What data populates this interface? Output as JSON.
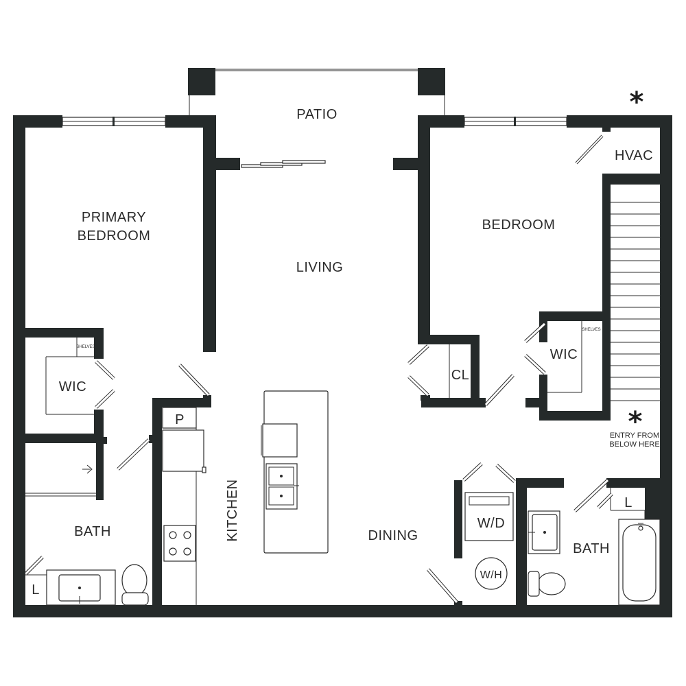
{
  "rooms": {
    "patio": "PATIO",
    "primary_bedroom_line1": "PRIMARY",
    "primary_bedroom_line2": "BEDROOM",
    "living": "LIVING",
    "bedroom": "BEDROOM",
    "hvac": "HVAC",
    "wic_left": "WIC",
    "wic_right": "WIC",
    "closet": "CL",
    "pantry": "P",
    "kitchen": "KITCHEN",
    "dining": "DINING",
    "washer_dryer": "W/D",
    "water_heater": "W/H",
    "bath_left": "BATH",
    "bath_right": "BATH",
    "linen_left": "L",
    "linen_right": "L"
  },
  "notes": {
    "shelves_left": "SHELVES",
    "shelves_right": "SHELVES",
    "entry_line1": "ENTRY FROM",
    "entry_line2": "BELOW HERE",
    "asterisk_top": "*",
    "asterisk_entry": "*"
  },
  "colors": {
    "wall": "#252a2a",
    "background": "#ffffff"
  }
}
